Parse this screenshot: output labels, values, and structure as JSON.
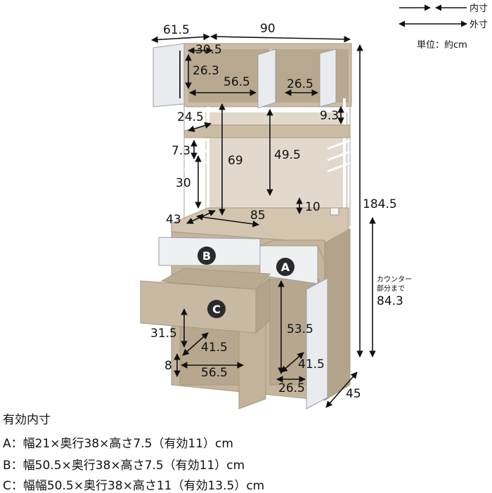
{
  "legend": {
    "inner": "内寸",
    "outer": "外寸",
    "unit": "単位：約cm"
  },
  "dimensions": {
    "top_left_door": "61.5",
    "top_width": "90",
    "upper_left_depth": "30.5",
    "upper_left_height": "26.3",
    "upper_inner_width": "56.5",
    "upper_right_width": "26.5",
    "shelf_depth": "24.5",
    "upper_right_height": "9.3",
    "side_rail_gap": "7.3",
    "rack_height": "69",
    "rack_inner_height": "49.5",
    "side_height": "30",
    "counter_back_height": "10",
    "total_height": "184.5",
    "counter_depth": "43",
    "counter_width": "85",
    "counter_to_floor_label": "カウンター\n部分まで",
    "counter_to_floor": "84.3",
    "c_inner_height": "31.5",
    "c_depth": "41.5",
    "c_plinth": "8",
    "c_width": "56.5",
    "right_height": "53.5",
    "right_depth": "41.5",
    "right_width": "26.5",
    "depth": "45"
  },
  "drawer_badges": {
    "a": "A",
    "b": "B",
    "c": "C"
  },
  "specs": {
    "title": "有効内寸",
    "a": "A：幅21×奥行38×高さ7.5（有効11）cm",
    "b": "B：幅50.5×奥行38×高さ7.5（有効11）cm",
    "c": "C：幅幅50.5×奥行38×高さ11（有効13.5）cm"
  },
  "colors": {
    "wood": "#c8b9a3",
    "wood_dark": "#a8987f",
    "panel_white": "#eef0f2",
    "frame_white": "#f5f5f5",
    "badge": "#2b2b2b"
  }
}
